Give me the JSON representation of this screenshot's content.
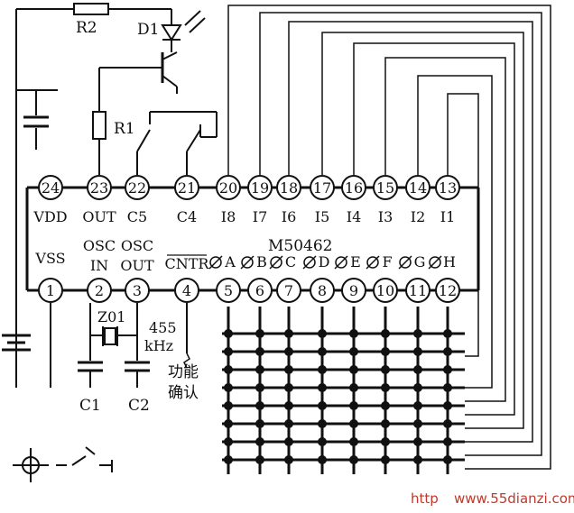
{
  "chip": {
    "part": "M50462"
  },
  "components": {
    "r2": "R2",
    "d1": "D1",
    "r1": "R1",
    "z01": "Z01",
    "c1": "C1",
    "c2": "C2",
    "freq_value": "455",
    "freq_unit": "kHz",
    "func_line1": "功能",
    "func_line2": "确认"
  },
  "top_pins": [
    {
      "num": "24",
      "label": "VDD"
    },
    {
      "num": "23",
      "label": "OUT"
    },
    {
      "num": "22",
      "label": "C5"
    },
    {
      "num": "21",
      "label": "C4"
    },
    {
      "num": "20",
      "label": "I8"
    },
    {
      "num": "19",
      "label": "I7"
    },
    {
      "num": "18",
      "label": "I6"
    },
    {
      "num": "17",
      "label": "I5"
    },
    {
      "num": "16",
      "label": "I4"
    },
    {
      "num": "15",
      "label": "I3"
    },
    {
      "num": "14",
      "label": "I2"
    },
    {
      "num": "13",
      "label": "I1"
    }
  ],
  "bottom_pins": [
    {
      "num": "1",
      "label": "VSS"
    },
    {
      "num": "2",
      "label": "OSC IN"
    },
    {
      "num": "3",
      "label": "OSC OUT"
    },
    {
      "num": "4",
      "label": "CNTR"
    },
    {
      "num": "5",
      "label": "A"
    },
    {
      "num": "6",
      "label": "B"
    },
    {
      "num": "7",
      "label": "C"
    },
    {
      "num": "8",
      "label": "D"
    },
    {
      "num": "9",
      "label": "E"
    },
    {
      "num": "10",
      "label": "F"
    },
    {
      "num": "11",
      "label": "G"
    },
    {
      "num": "12",
      "label": "H"
    }
  ],
  "watermark": {
    "prefix": "http",
    "site": "www.55dianzi.com"
  },
  "colors": {
    "ink": "#111111",
    "watermark": "#c0392b"
  }
}
